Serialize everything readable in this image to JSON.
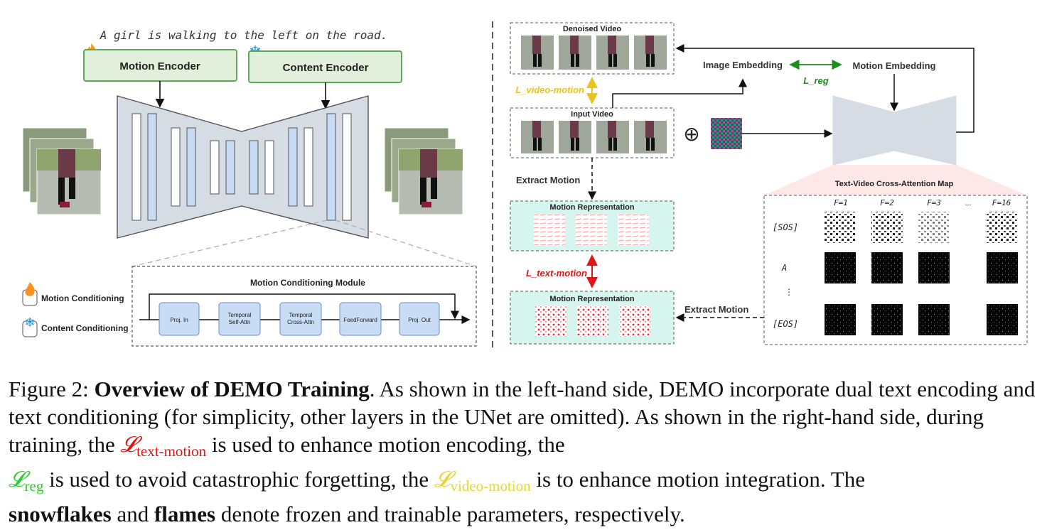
{
  "left": {
    "prompt": "A girl is walking to the left on the road.",
    "motion_encoder": "Motion Encoder",
    "content_encoder": "Content Encoder",
    "module_title": "Motion Conditioning Module",
    "blocks": [
      "Proj. In",
      "Temporal Self-Attn",
      "Temporal Cross-Attn",
      "FeedForward",
      "Proj. Out"
    ],
    "legend_motion": "Motion Conditioning",
    "legend_content": "Content Conditioning"
  },
  "right": {
    "denoised_video": "Denoised Video",
    "input_video": "Input Video",
    "loss_video_motion": "L_video-motion",
    "extract_motion_1": "Extract Motion",
    "extract_motion_2": "Extract Motion",
    "motion_rep_1": "Motion Representation",
    "motion_rep_2": "Motion Representation",
    "loss_text_motion": "L_text-motion",
    "image_embedding": "Image Embedding",
    "motion_embedding": "Motion Embedding",
    "loss_reg": "L_reg",
    "cross_attn_title": "Text-Video Cross-Attention Map",
    "frame_headers": [
      "F=1",
      "F=2",
      "F=3",
      "...",
      "F=16"
    ],
    "row_labels": [
      "[SOS]",
      "A",
      "⋮",
      "[EOS]"
    ],
    "oplus": "⊕"
  },
  "colors": {
    "encoder_fill": "#e2efda",
    "encoder_border": "#5fa85a",
    "motion_rep_fill": "#d6f5ee",
    "block_fill": "#c9dcf6",
    "red": "#e01515",
    "green": "#1e8c1e",
    "yellow": "#e8c420"
  },
  "caption": {
    "fig_label": "Figure 2:",
    "title": "Overview of DEMO Training",
    "t1": ". As shown in the left-hand side, DEMO incorporate dual text encoding and text conditioning (for simplicity, other layers in the UNet are omitted). As shown in the right-hand side, during training, the",
    "L": "𝓛",
    "sub_text_motion": "text-motion",
    "t2": "is used to enhance motion encoding, the",
    "sub_reg": "reg",
    "t3": "is used to avoid catastrophic forgetting, the",
    "sub_video_motion": "video-motion",
    "t4": "is to enhance motion integration. The",
    "snowflakes": "snowflakes",
    "and": "and",
    "flames": "flames",
    "t5": "denote frozen and trainable parameters, respectively."
  },
  "icons": [
    "flame-icon",
    "snowflake-icon"
  ]
}
